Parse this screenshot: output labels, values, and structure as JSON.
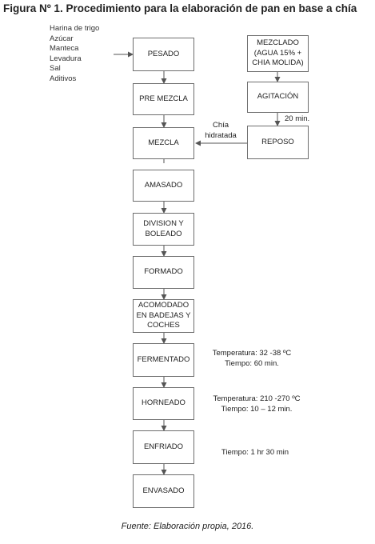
{
  "title": "Figura Nº 1. Procedimiento para la elaboración de pan en base a chía",
  "ingredients": [
    "Harina de trigo",
    "Azúcar",
    "Manteca",
    "Levadura",
    "Sal",
    "Aditivos"
  ],
  "steps": {
    "pesado": "PESADO",
    "pre_mezcla": "PRE MEZCLA",
    "mezcla": "MEZCLA",
    "amasado": "AMASADO",
    "division_1": "DIVISION Y",
    "division_2": "BOLEADO",
    "formado": "FORMADO",
    "acomodado_1": "ACOMODADO",
    "acomodado_2": "EN BADEJAS Y",
    "acomodado_3": "COCHES",
    "fermentado": "FERMENTADO",
    "horneado": "HORNEADO",
    "enfriado": "ENFRIADO",
    "envasado": "ENVASADO"
  },
  "side_steps": {
    "mezclado_1": "MEZCLADO",
    "mezclado_2": "(AGUA 15% +",
    "mezclado_3": "CHIA MOLIDA)",
    "agitacion": "AGITACIÓN",
    "reposo": "REPOSO"
  },
  "notes": {
    "agitacion_time": "20 min.",
    "chia_1": "Chía",
    "chia_2": "hidratada",
    "fermentado_temp": "Temperatura: 32 -38 ºC",
    "fermentado_time": "Tiempo: 60 min.",
    "horneado_temp": "Temperatura: 210 -270 ºC",
    "horneado_time": "Tiempo: 10 – 12 min.",
    "enfriado_time": "Tiempo: 1 hr 30 min"
  },
  "source": "Fuente: Elaboración propia, 2016."
}
